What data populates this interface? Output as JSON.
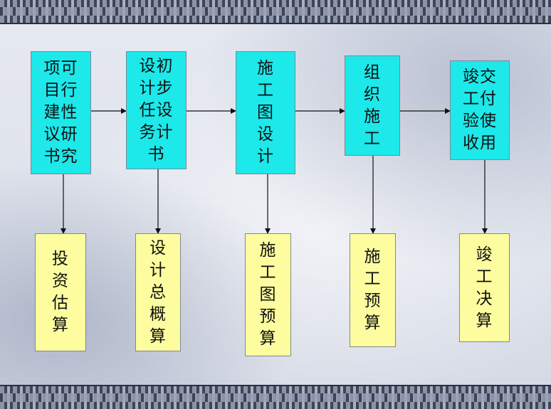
{
  "top_boxes": [
    {
      "id": "feasibility",
      "text": "项可\n目行\n建性\n议研\n书究"
    },
    {
      "id": "preliminary-design",
      "text": "设初\n计步\n任设\n务计\n书"
    },
    {
      "id": "construction-drawing",
      "text": "施\n工\n图\n设\n计"
    },
    {
      "id": "organize-construction",
      "text": "组\n织\n施\n工"
    },
    {
      "id": "completion-handover",
      "text": "竣交\n工付\n验使\n收用"
    }
  ],
  "bottom_boxes": [
    {
      "id": "investment-estimate",
      "text": "投\n资\n估\n算"
    },
    {
      "id": "design-budget",
      "text": "设\n计\n总\n概\n算"
    },
    {
      "id": "drawing-budget",
      "text": "施\n工\n图\n预\n算"
    },
    {
      "id": "construction-budget",
      "text": "施\n工\n预\n算"
    },
    {
      "id": "final-accounts",
      "text": "竣\n工\n决\n算"
    }
  ],
  "colors": {
    "top_fill": "#1de8ea",
    "bottom_fill": "#fdfda0",
    "arrow": "#111111"
  }
}
